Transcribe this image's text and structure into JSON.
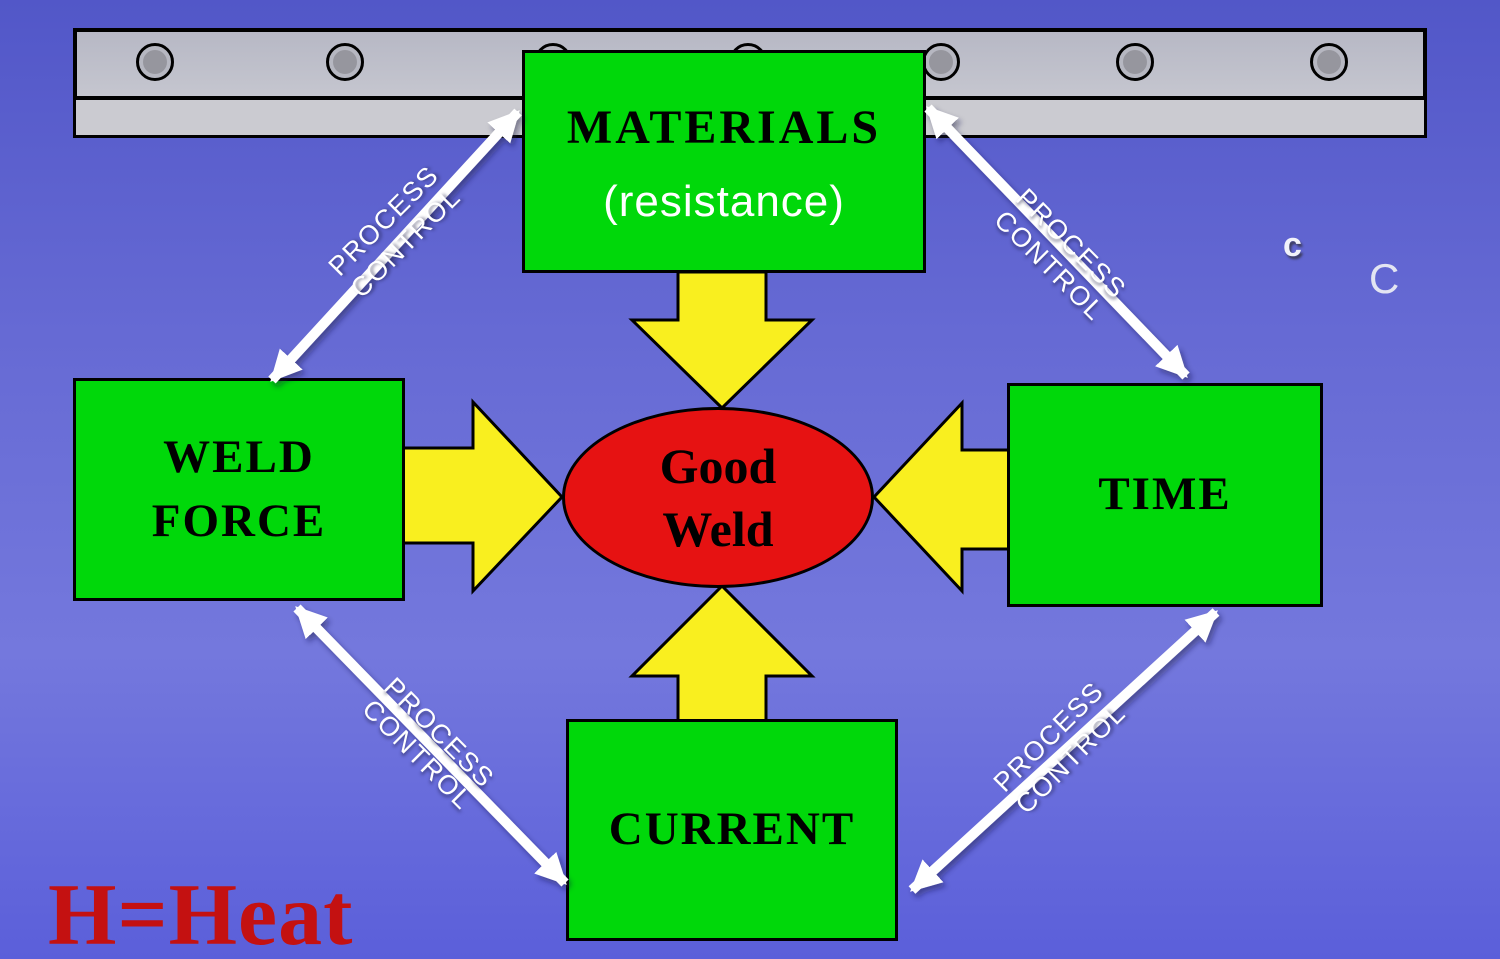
{
  "boxes": {
    "materials": {
      "title": "MATERIALS",
      "subtitle": "(resistance)"
    },
    "weld_force": {
      "line1": "WELD",
      "line2": "FORCE"
    },
    "time": {
      "label": "TIME"
    },
    "current": {
      "label": "CURRENT"
    }
  },
  "center_ellipse": {
    "line1": "Good",
    "line2": "Weld"
  },
  "process_control_arrows": [
    {
      "position": "top-left",
      "line1": "PROCESS",
      "line2": "CONTROL"
    },
    {
      "position": "top-right",
      "line1": "PROCESS",
      "line2": "CONTROL"
    },
    {
      "position": "bottom-left",
      "line1": "PROCESS",
      "line2": "CONTROL"
    },
    {
      "position": "bottom-right",
      "line1": "PROCESS",
      "line2": "CONTROL"
    }
  ],
  "footer": {
    "heat_label": "H=Heat"
  },
  "stray_text": {
    "small_c": "c",
    "large_c": "C"
  },
  "colors": {
    "background_top": "#5257c8",
    "background_bottom": "#5b5fda",
    "box_green": "#00d80a",
    "arrow_yellow": "#f9ef1f",
    "ellipse_red": "#e61212",
    "bar_gray_top": "#bdbec9",
    "bar_gray_bottom": "#cbcbd1",
    "heat_red": "#c41111",
    "process_arrow_white": "#ffffff",
    "outline_black": "#000000"
  }
}
